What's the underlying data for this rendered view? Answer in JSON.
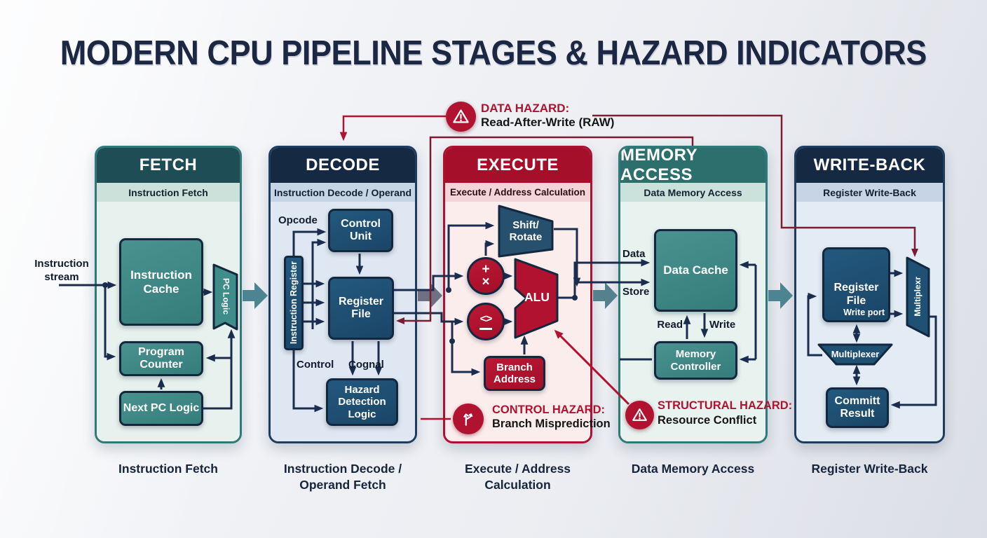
{
  "title": "MODERN CPU PIPELINE STAGES & HAZARD INDICATORS",
  "input_stream_label": "Instruction stream",
  "hazards": {
    "data_hazard": {
      "title": "DATA HAZARD:",
      "subtitle": "Read-After-Write (RAW)"
    },
    "control_hazard": {
      "title": "CONTROL HAZARD:",
      "subtitle": "Branch Misprediction"
    },
    "structural_hazard": {
      "title": "STRUCTURAL HAZARD:",
      "subtitle": "Resource Conflict"
    }
  },
  "stages": {
    "fetch": {
      "header": "FETCH",
      "subheader": "Instruction Fetch",
      "caption": "Instruction Fetch",
      "blocks": {
        "instruction_cache": "Instruction Cache",
        "pc_logic": "PC Logic",
        "program_counter": "Program Counter",
        "next_pc_logic": "Next PC Logic"
      }
    },
    "decode": {
      "header": "DECODE",
      "subheader": "Instruction Decode / Operand",
      "caption": "Instruction Decode / Operand Fetch",
      "labels": {
        "opcode": "Opcode",
        "control": "Control",
        "cognal": "Cognal"
      },
      "blocks": {
        "control_unit": "Control Unit",
        "instruction_register": "Instruction Register",
        "register_file": "Register File",
        "hazard_detection_logic": "Hazard Detection Logic"
      }
    },
    "execute": {
      "header": "EXECUTE",
      "subheader": "Execute / Address Calculation",
      "caption": "Execute / Address Calculation",
      "blocks": {
        "shift_rotate": "Shift/ Rotate",
        "alu": "ALU",
        "branch_address": "Branch Address"
      },
      "symbols": {
        "arith_top": "+",
        "arith_bottom": "×",
        "compare": "<>"
      }
    },
    "memory": {
      "header": "MEMORY ACCESS",
      "subheader": "Data Memory Access",
      "caption": "Data Memory Access",
      "labels": {
        "data": "Data",
        "store": "Store",
        "read": "Read",
        "write": "Write"
      },
      "blocks": {
        "data_cache": "Data Cache",
        "memory_controller": "Memory Controller"
      }
    },
    "writeback": {
      "header": "WRITE-BACK",
      "subheader": "Register Write-Back",
      "caption": "Register Write-Back",
      "labels": {
        "write_port": "Write port"
      },
      "blocks": {
        "register_file": "Register File",
        "multiplexr": "Multiplexr",
        "multiplexer": "Multiplexer",
        "committ_result": "Committ Result"
      }
    }
  },
  "colors": {
    "hazard_red": "#b01230",
    "forward_maroon": "#7d1b33",
    "wire_navy": "#1b2d4f",
    "teal_block": "#3d8b89",
    "header_navy": "#152a42",
    "header_teal": "#1e4d56",
    "header_crimson": "#a50f2a"
  }
}
